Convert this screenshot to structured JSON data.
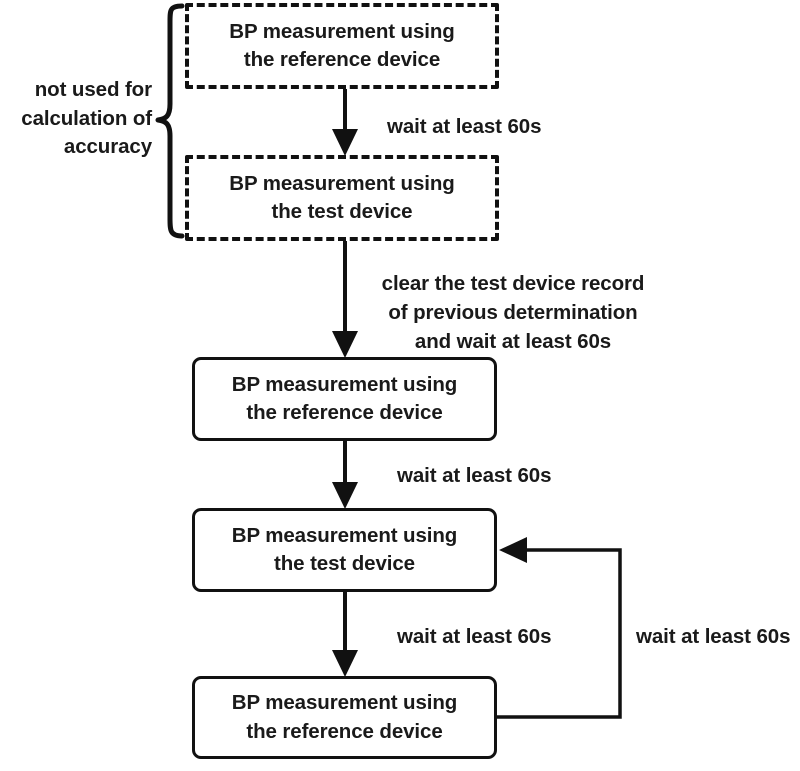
{
  "diagram": {
    "title": "BP measurement sequence flowchart",
    "ink_color": "#111111",
    "text_color": "#1a1a1a",
    "background_color": "#ffffff"
  },
  "group_label": {
    "text": "not used for\ncalculation of\naccuracy",
    "bracket": "right-curly-brace"
  },
  "nodes": [
    {
      "id": "n1",
      "style": "dashed",
      "text": "BP measurement using\nthe reference device"
    },
    {
      "id": "n2",
      "style": "dashed",
      "text": "BP measurement using\nthe test device"
    },
    {
      "id": "n3",
      "style": "solid",
      "text": "BP measurement using\nthe reference device"
    },
    {
      "id": "n4",
      "style": "solid",
      "text": "BP measurement using\nthe test device"
    },
    {
      "id": "n5",
      "style": "solid",
      "text": "BP measurement using\nthe reference device"
    }
  ],
  "edges": [
    {
      "id": "e1",
      "from": "n1",
      "to": "n2",
      "label": "wait at least 60s"
    },
    {
      "id": "e2",
      "from": "n2",
      "to": "n3",
      "label": "clear the test device record\nof previous determination\nand wait at least 60s"
    },
    {
      "id": "e3",
      "from": "n3",
      "to": "n4",
      "label": "wait at least 60s"
    },
    {
      "id": "e4",
      "from": "n4",
      "to": "n5",
      "label": "wait at least 60s"
    },
    {
      "id": "e5",
      "from": "n5",
      "to": "n4",
      "label": "wait at least 60s",
      "kind": "loop-back"
    }
  ]
}
